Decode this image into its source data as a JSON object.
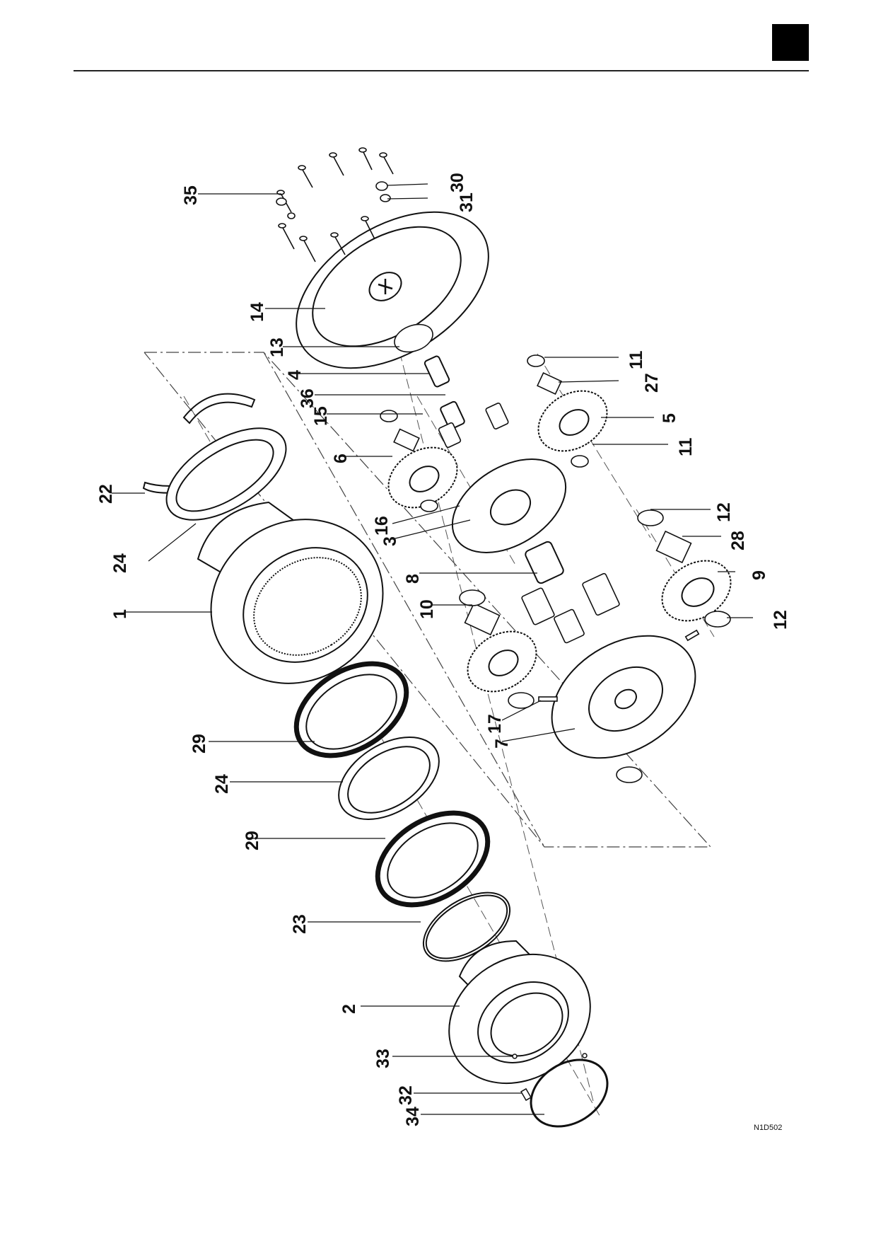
{
  "figure_code": "N1D502",
  "callouts": [
    {
      "id": "35",
      "text": "35"
    },
    {
      "id": "30",
      "text": "30"
    },
    {
      "id": "31",
      "text": "31"
    },
    {
      "id": "14",
      "text": "14"
    },
    {
      "id": "13",
      "text": "13"
    },
    {
      "id": "4",
      "text": "4"
    },
    {
      "id": "36",
      "text": "36"
    },
    {
      "id": "15",
      "text": "15"
    },
    {
      "id": "11a",
      "text": "11"
    },
    {
      "id": "27",
      "text": "27"
    },
    {
      "id": "5",
      "text": "5"
    },
    {
      "id": "11b",
      "text": "11"
    },
    {
      "id": "6",
      "text": "6"
    },
    {
      "id": "22",
      "text": "22"
    },
    {
      "id": "16",
      "text": "16"
    },
    {
      "id": "3",
      "text": "3"
    },
    {
      "id": "24a",
      "text": "24"
    },
    {
      "id": "12a",
      "text": "12"
    },
    {
      "id": "28",
      "text": "28"
    },
    {
      "id": "8",
      "text": "8"
    },
    {
      "id": "9",
      "text": "9"
    },
    {
      "id": "1",
      "text": "1"
    },
    {
      "id": "10",
      "text": "10"
    },
    {
      "id": "12b",
      "text": "12"
    },
    {
      "id": "17",
      "text": "17"
    },
    {
      "id": "7",
      "text": "7"
    },
    {
      "id": "29a",
      "text": "29"
    },
    {
      "id": "24b",
      "text": "24"
    },
    {
      "id": "29b",
      "text": "29"
    },
    {
      "id": "23",
      "text": "23"
    },
    {
      "id": "2",
      "text": "2"
    },
    {
      "id": "33",
      "text": "33"
    },
    {
      "id": "32",
      "text": "32"
    },
    {
      "id": "34",
      "text": "34"
    }
  ]
}
